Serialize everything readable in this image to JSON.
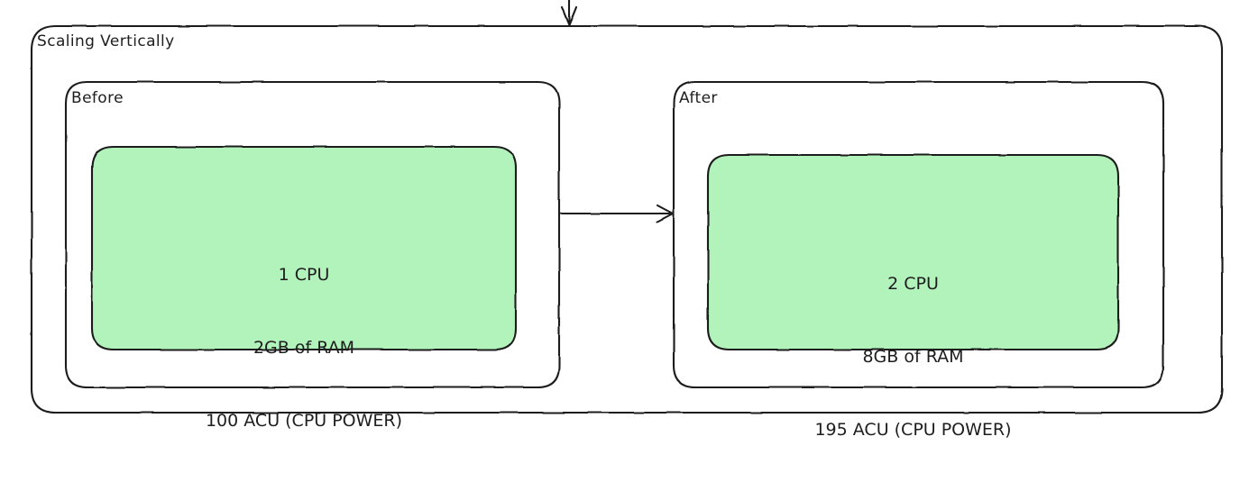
{
  "diagram": {
    "type": "scaling-diagram",
    "style": "hand-drawn",
    "colors": {
      "stroke": "#1e1e1e",
      "text": "#1e1e1e",
      "node_fill": "#b2f2bb",
      "background": "#ffffff"
    },
    "outer_container": {
      "label": "Scaling Vertically"
    },
    "panels": [
      {
        "id": "before",
        "label": "Before",
        "node": {
          "fill": "#b2f2bb",
          "specs": [
            "1 CPU",
            "2GB of RAM",
            "100 ACU (CPU POWER)"
          ]
        }
      },
      {
        "id": "after",
        "label": "After",
        "node": {
          "fill": "#b2f2bb",
          "specs": [
            "2 CPU",
            "8GB of RAM",
            "195 ACU (CPU POWER)"
          ]
        }
      }
    ],
    "arrows": [
      {
        "id": "incoming-arrow",
        "direction": "down",
        "label": ""
      },
      {
        "id": "before-to-after-arrow",
        "direction": "right",
        "label": ""
      }
    ]
  }
}
